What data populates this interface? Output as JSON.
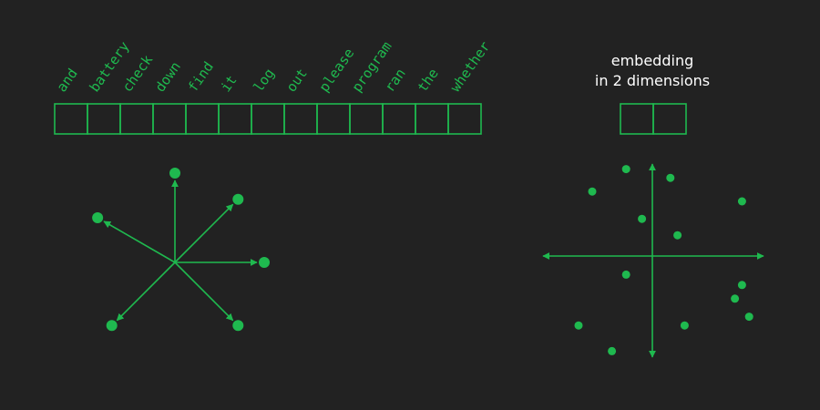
{
  "colors": {
    "background": "#222222",
    "accent": "#1fb94f",
    "caption_text": "#ffffff"
  },
  "vocabulary": [
    "and",
    "battery",
    "check",
    "down",
    "find",
    "it",
    "log",
    "out",
    "please",
    "program",
    "ran",
    "the",
    "whether"
  ],
  "embedding_caption": {
    "line1": "embedding",
    "line2": "in 2 dimensions"
  },
  "embedding_dims": 2,
  "one_hot_vectors": [
    {
      "angle_deg": 90
    },
    {
      "angle_deg": 45
    },
    {
      "angle_deg": 0
    },
    {
      "angle_deg": -45
    },
    {
      "angle_deg": -135
    },
    {
      "angle_deg": 150
    }
  ],
  "scatter_points": [
    [
      -1.1,
      1.18
    ],
    [
      -0.48,
      1.59
    ],
    [
      0.33,
      1.43
    ],
    [
      1.64,
      1.0
    ],
    [
      -0.19,
      0.68
    ],
    [
      0.46,
      0.38
    ],
    [
      -0.48,
      -0.34
    ],
    [
      1.64,
      -0.53
    ],
    [
      1.51,
      -0.78
    ],
    [
      1.77,
      -1.11
    ],
    [
      -1.35,
      -1.27
    ],
    [
      0.59,
      -1.27
    ],
    [
      -0.74,
      -1.74
    ]
  ]
}
